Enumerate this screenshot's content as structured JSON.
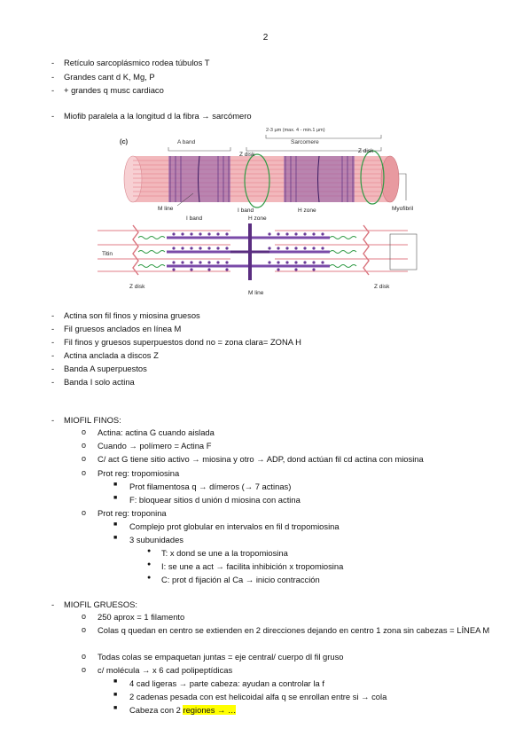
{
  "page_number": "2",
  "block1": [
    "Retículo sarcoplásmico rodea túbulos T",
    "Grandes cant d K, Mg, P",
    "+ grandes q musc cardiaco"
  ],
  "miofib_line": "Miofib paralela a la longitud d la fibra → sarcómero",
  "figure": {
    "panel": "(c)",
    "scale": "2-3 µm (max. 4 - min.1 µm)",
    "a_band": "A band",
    "sarcomere": "Sarcomere",
    "z_disk": "Z disk",
    "m_line": "M line",
    "i_band": "I band",
    "h_zone": "H zone",
    "myofibril": "Myofibril",
    "titin": "Titin"
  },
  "block2": [
    "Actina son fil finos y miosina gruesos",
    "Fil gruesos anclados en línea M",
    "Fil finos y gruesos superpuestos dond no = zona clara= ZONA H",
    "Actina anclada a discos Z",
    "Banda A superpuestos",
    "Banda I solo actina"
  ],
  "finos": {
    "title": "MIOFIL FINOS:",
    "l1": "Actina: actina G cuando aislada",
    "l2": "Cuando → polímero = Actina F",
    "l3": "C/ act G tiene sitio activo → miosina y otro → ADP, dond actúan fil cd actina con miosina",
    "l4": "Prot reg: tropomiosina",
    "l5": "Prot filamentosa q → dímeros (→ 7 actinas)",
    "l6": "F: bloquear sitios d unión d miosina con actina",
    "l7": "Prot reg: troponina",
    "l8": "Complejo prot globular en intervalos en fil d tropomiosina",
    "l9": "3 subunidades",
    "l10": "T: x dond se une a la tropomiosina",
    "l11": "I: se une a act → facilita inhibición x tropomiosina",
    "l12": "C: prot d fijación al  Ca → inicio contracción"
  },
  "gruesos": {
    "title": "MIOFIL GRUESOS:",
    "l1": "250 aprox = 1 filamento",
    "l2": "Colas q quedan en centro se extienden en 2 direcciones dejando en centro 1 zona sin cabezas = LÍNEA M",
    "l3": "Todas colas se empaquetan juntas = eje central/ cuerpo dl fil gruso",
    "l4": "c/ molécula → x 6 cad polipeptídicas",
    "l5": "4 cad ligeras → parte cabeza: ayudan a controlar la f",
    "l6": "2 cadenas pesada con est helicoidal alfa q se enrollan entre si → cola",
    "l7a": "Cabeza con 2 ",
    "l7b": "regiones → …"
  },
  "colors": {
    "muscle": "#e89aa0",
    "myosin": "#7a4aa8",
    "zdisk": "#1f8f3a",
    "highlight": "#ffff00"
  }
}
